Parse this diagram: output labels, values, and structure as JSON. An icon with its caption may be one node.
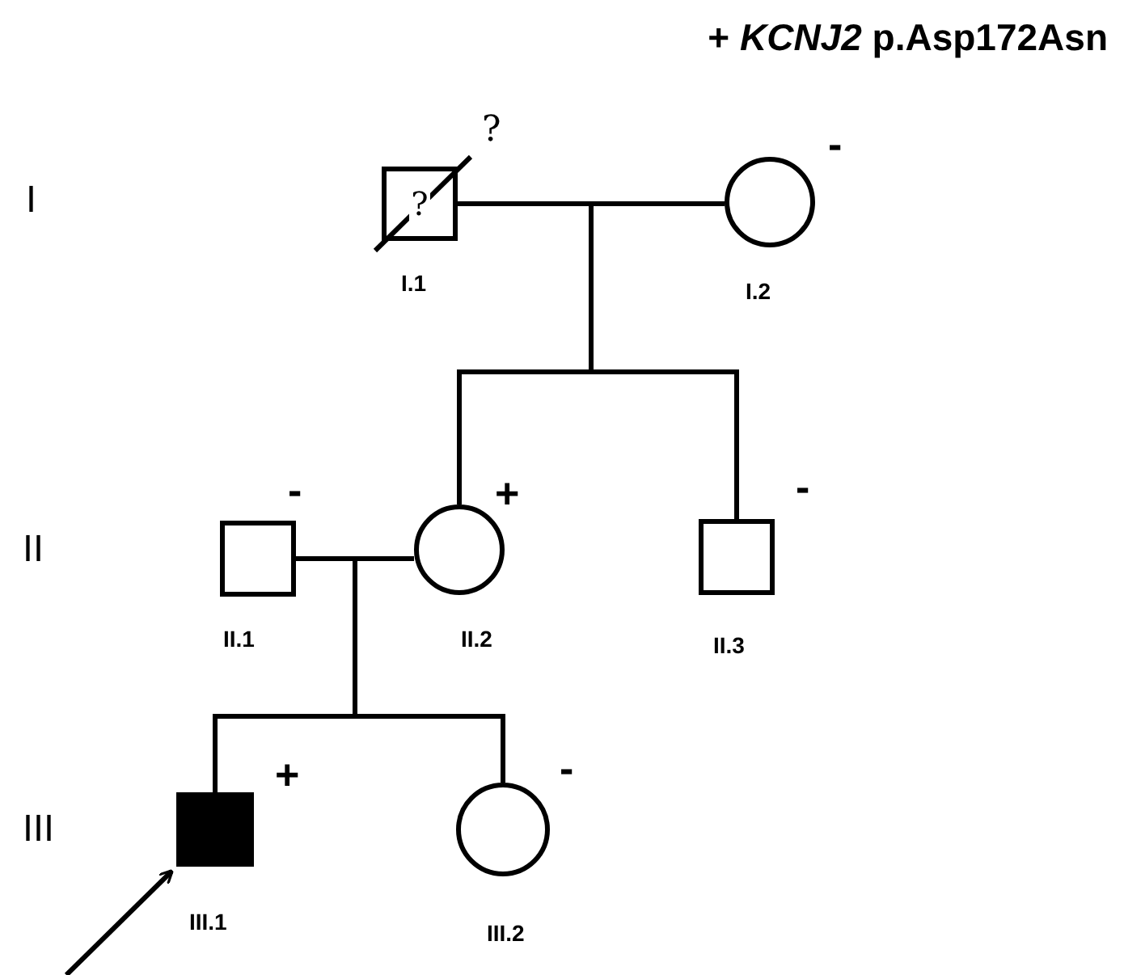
{
  "diagram": {
    "title": "+ *KCNJ2* p.Asp172Asn",
    "nodes": [
      {
        "text": [
          "?"
        ],
        "beside": [
          "?",
          "I.1"
        ]
      },
      {
        "text": [],
        "shape": "circle",
        "beside": [
          "-",
          "I.2"
        ]
      },
      {
        "text": [],
        "shape": "box",
        "beside": [
          "-",
          "II.1"
        ]
      },
      {
        "text": [],
        "shape": "circle",
        "beside": [
          "+",
          "II.2"
        ]
      },
      {
        "text": [],
        "shape": "box",
        "beside": [
          "-",
          "II.3"
        ]
      },
      {
        "text": [],
        "shape": "box",
        "beside": [
          "+",
          "III.1"
        ]
      },
      {
        "text": [],
        "shape": "circle",
        "beside": [
          "-",
          "III.2"
        ]
      }
    ],
    "edges": [
      {
        "from": 0,
        "to": 1,
        "arrow": "none"
      },
      {
        "from": 0,
        "to": 3,
        "arrow": "none"
      },
      {
        "from": 1,
        "to": 3,
        "arrow": "none"
      },
      {
        "from": 0,
        "to": 4,
        "arrow": "none"
      },
      {
        "from": 1,
        "to": 4,
        "arrow": "none"
      },
      {
        "from": 2,
        "to": 3,
        "arrow": "none"
      },
      {
        "from": 2,
        "to": 5,
        "arrow": "none"
      },
      {
        "from": 3,
        "to": 5,
        "arrow": "none"
      },
      {
        "from": 2,
        "to": 6,
        "arrow": "none"
      },
      {
        "from": 3,
        "to": 6,
        "arrow": "none"
      },
      {
        "from": null,
        "to": 5,
        "arrow": "to"
      }
    ],
    "labels": [
      "I",
      "II",
      "III"
    ]
  }
}
